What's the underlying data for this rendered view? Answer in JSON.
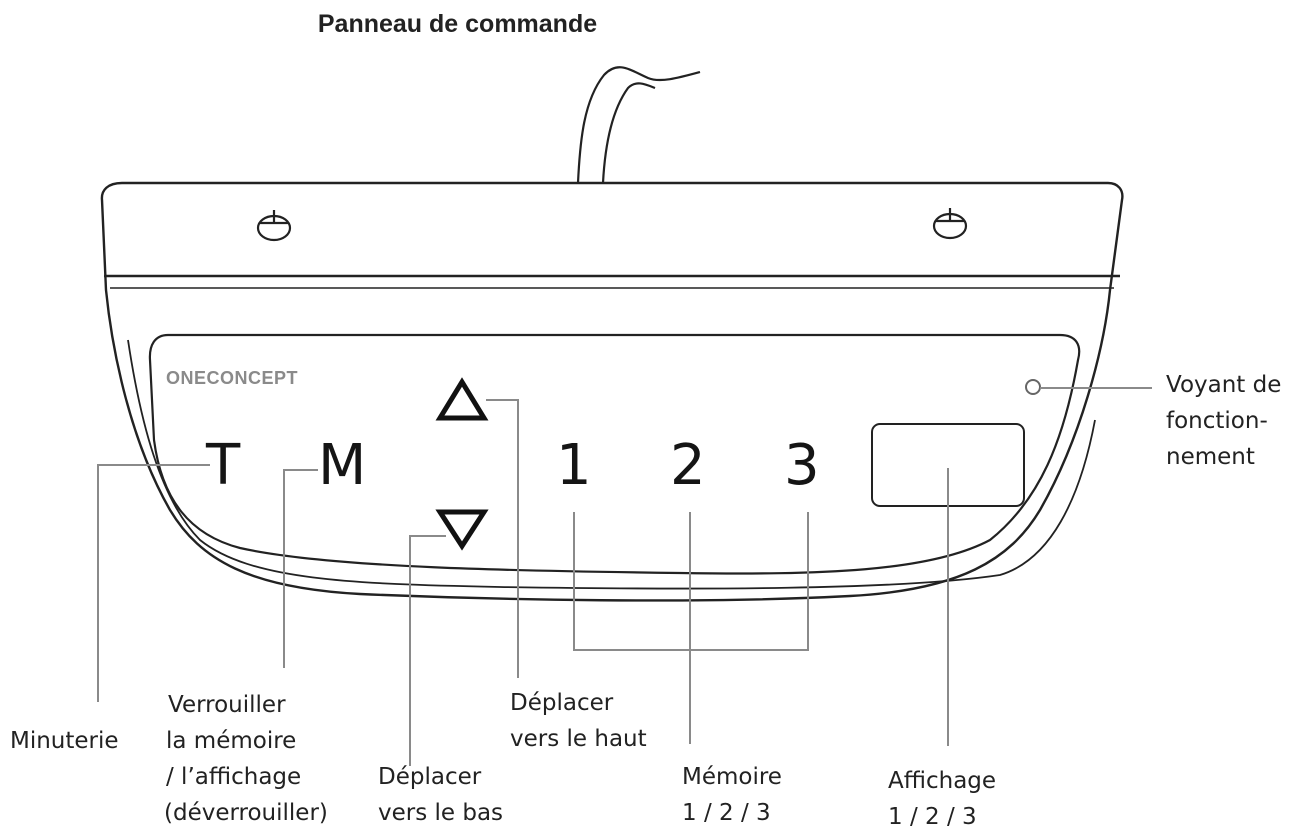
{
  "title": "Panneau de commande",
  "panel": {
    "brand": "ONECONCEPT",
    "keys": {
      "timer": "T",
      "memory": "M",
      "mem1": "1",
      "mem2": "2",
      "mem3": "3"
    },
    "up_icon": "triangle-up-icon",
    "down_icon": "triangle-down-icon"
  },
  "labels": {
    "minuterie": "Minuterie",
    "verrouiller_1": "Verrouiller",
    "verrouiller_2": "la mémoire",
    "verrouiller_3": "/ l’affichage",
    "verrouiller_4": "(déverrouiller)",
    "bas_1": "Déplacer",
    "bas_2": "vers le bas",
    "haut_1": "Déplacer",
    "haut_2": "vers le haut",
    "memoire_1": "Mémoire",
    "memoire_2": "1 / 2 / 3",
    "affichage_1": "Affichage",
    "affichage_2": "1 / 2 / 3",
    "voyant_1": "Voyant de",
    "voyant_2": "fonction-",
    "voyant_3": "nement"
  },
  "colors": {
    "outline": "#222222",
    "leader": "#8a8a8a"
  }
}
